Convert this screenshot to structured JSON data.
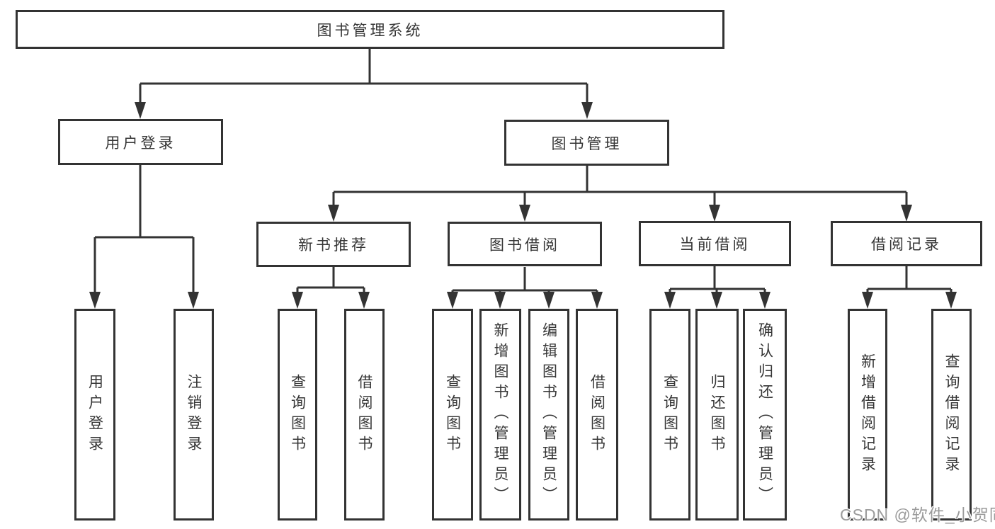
{
  "diagram": {
    "type": "tree",
    "title": "图书管理系统",
    "colors": {
      "line": "#333333",
      "box_border": "#333333",
      "text": "#363636",
      "background": "#ffffff",
      "watermark": "#9b9b9b"
    },
    "nodes": {
      "root": {
        "label": "图书管理系统",
        "children": [
          "user_login",
          "book_mgmt"
        ]
      },
      "user_login": {
        "label": "用户登录",
        "children": [
          "ul_login",
          "ul_logout"
        ]
      },
      "book_mgmt": {
        "label": "图书管理",
        "children": [
          "new_book",
          "borrow",
          "current",
          "record"
        ]
      },
      "ul_login": {
        "label": "用户登录",
        "children": []
      },
      "ul_logout": {
        "label": "注销登录",
        "children": []
      },
      "new_book": {
        "label": "新书推荐",
        "children": [
          "nb_query",
          "nb_borrow"
        ]
      },
      "borrow": {
        "label": "图书借阅",
        "children": [
          "bw_query",
          "bw_add",
          "bw_edit",
          "bw_borrow"
        ]
      },
      "current": {
        "label": "当前借阅",
        "children": [
          "cu_query",
          "cu_return",
          "cu_confirm"
        ]
      },
      "record": {
        "label": "借阅记录",
        "children": [
          "re_add",
          "re_query"
        ]
      },
      "nb_query": {
        "label": "查询图书",
        "children": []
      },
      "nb_borrow": {
        "label": "借阅图书",
        "children": []
      },
      "bw_query": {
        "label": "查询图书",
        "children": []
      },
      "bw_add": {
        "label": "新增图书（管理员）",
        "children": []
      },
      "bw_edit": {
        "label": "编辑图书（管理员）",
        "children": []
      },
      "bw_borrow": {
        "label": "借阅图书",
        "children": []
      },
      "cu_query": {
        "label": "查询图书",
        "children": []
      },
      "cu_return": {
        "label": "归还图书",
        "children": []
      },
      "cu_confirm": {
        "label": "确认归还（管理员）",
        "children": []
      },
      "re_add": {
        "label": "新增借阅记录",
        "children": []
      },
      "re_query": {
        "label": "查询借阅记录",
        "children": []
      }
    },
    "watermark": "CSDN @软件_小贺同学"
  }
}
